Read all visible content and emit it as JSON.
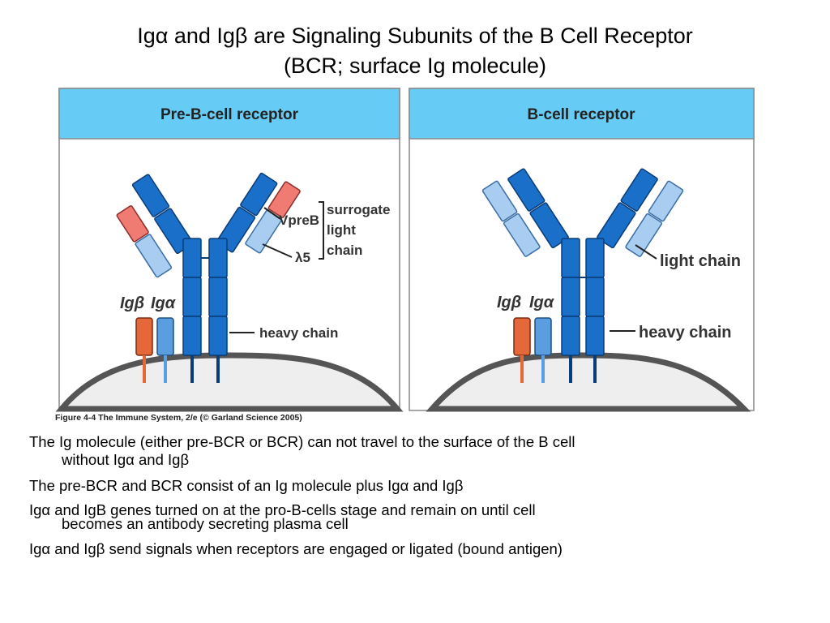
{
  "slide": {
    "title_line1": "Igα and Igβ are Signaling Subunits of the B Cell Receptor",
    "title_line2": "(BCR; surface Ig molecule)"
  },
  "figure": {
    "left_panel": {
      "title": "Pre-B-cell receptor",
      "label_vpreb": "VpreB",
      "label_lambda5": "λ5",
      "label_surrogate_1": "surrogate",
      "label_surrogate_2": "light",
      "label_surrogate_3": "chain",
      "label_heavy": "heavy chain",
      "label_igb": "Igβ",
      "label_iga": "Igα"
    },
    "right_panel": {
      "title": "B-cell receptor",
      "label_light": "light chain",
      "label_heavy": "heavy chain",
      "label_igb": "Igβ",
      "label_iga": "Igα"
    },
    "caption": "Figure 4-4  The Immune System, 2/e (© Garland Science 2005)",
    "colors": {
      "header_bg": "#66ccf5",
      "heavy_chain": "#1a6fc9",
      "light_chain": "#a9cdf0",
      "surrogate": "#ef7b73",
      "ig_beta": "#e5683a",
      "ig_alpha": "#5b9ee0",
      "membrane": "#eeeeee"
    }
  },
  "bullets": [
    {
      "line1": "The Ig molecule (either pre-BCR or BCR) can not travel to the surface of the B cell",
      "line2": "without Igα and Igβ"
    },
    {
      "line1": "The pre-BCR and BCR consist of an Ig molecule plus Igα and Igβ"
    },
    {
      "line1": "Igα and IgΒ genes turned on at the pro-B-cells stage and remain on until cell",
      "line2": "becomes an antibody secreting plasma cell"
    },
    {
      "line1": "Igα and Igβ send signals when receptors are engaged or ligated (bound antigen)"
    }
  ]
}
